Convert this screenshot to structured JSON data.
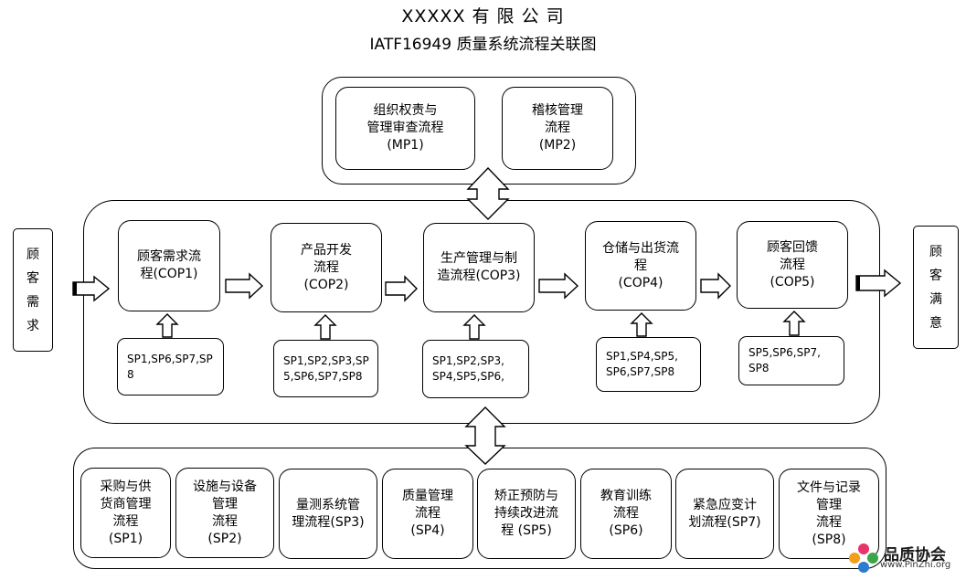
{
  "header": {
    "company": "XXXXX 有 限 公 司",
    "subtitle": "IATF16949 质量系统流程关联图"
  },
  "management_processes": [
    {
      "label": "组织权责与\n管理审查流程\n(MP1)"
    },
    {
      "label": "稽核管理\n流程\n(MP2)"
    }
  ],
  "customer_input": {
    "label": "顾\n客\n需\n求"
  },
  "customer_output": {
    "label": "顾\n客\n满\n意"
  },
  "core_processes": [
    {
      "label": "顾客需求流\n程(COP1)",
      "support": "SP1,SP6,SP7,SP\n8"
    },
    {
      "label": "产品开发\n流程\n(COP2)",
      "support": "SP1,SP2,SP3,SP\n5,SP6,SP7,SP8"
    },
    {
      "label": "生产管理与制\n造流程(COP3)",
      "support": "SP1,SP2,SP3,\nSP4,SP5,SP6,"
    },
    {
      "label": "仓储与出货流\n程\n(COP4)",
      "support": "SP1,SP4,SP5,\nSP6,SP7,SP8"
    },
    {
      "label": "顾客回馈\n流程\n(COP5)",
      "support": "SP5,SP6,SP7,\nSP8"
    }
  ],
  "support_processes": [
    {
      "label": "采购与供\n货商管理\n流程\n(SP1)"
    },
    {
      "label": "设施与设备\n管理\n流程\n(SP2)"
    },
    {
      "label": "量测系统管\n理流程(SP3)"
    },
    {
      "label": "质量管理\n流程\n(SP4)"
    },
    {
      "label": "矫正预防与\n持续改进流\n程 (SP5)"
    },
    {
      "label": "教育训练\n流程\n(SP6)"
    },
    {
      "label": "紧急应变计\n划流程(SP7)"
    },
    {
      "label": "文件与记录\n管理\n流程\n(SP8)"
    }
  ],
  "watermark": {
    "name": "品质协会",
    "url": "www.PinZhi.org",
    "icon": "flower-logo-icon"
  }
}
